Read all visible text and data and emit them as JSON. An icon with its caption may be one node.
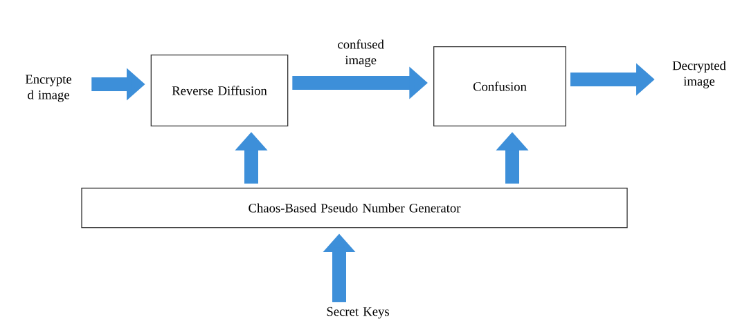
{
  "diagram": {
    "nodes": [
      {
        "text": [
          "Encrypte d image"
        ]
      },
      {
        "text": [
          "Reverse Diffusion"
        ]
      },
      {
        "text": [
          "Confusion"
        ]
      },
      {
        "text": [
          "Decrypted image"
        ]
      },
      {
        "text": [
          "Chaos-Based Pseudo Number Generator"
        ]
      },
      {
        "text": [
          "Secret Keys"
        ]
      }
    ],
    "edges": [
      {
        "from": 0,
        "to": 1,
        "arrow": "to"
      },
      {
        "from": 1,
        "to": 2,
        "arrow": "to",
        "label": "confused image"
      },
      {
        "from": 2,
        "to": 3,
        "arrow": "to"
      },
      {
        "from": 4,
        "to": 1,
        "arrow": "to"
      },
      {
        "from": 4,
        "to": 2,
        "arrow": "to"
      },
      {
        "from": 5,
        "to": 4,
        "arrow": "to"
      }
    ]
  }
}
